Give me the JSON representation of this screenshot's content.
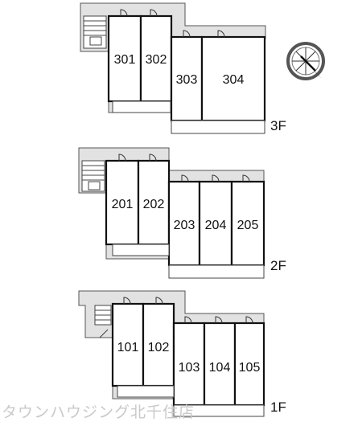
{
  "floors": [
    {
      "label": "3F",
      "units": [
        "301",
        "302",
        "303",
        "304"
      ]
    },
    {
      "label": "2F",
      "units": [
        "201",
        "202",
        "203",
        "204",
        "205"
      ]
    },
    {
      "label": "1F",
      "units": [
        "101",
        "102",
        "103",
        "104",
        "105"
      ]
    }
  ],
  "watermark": "タウンハウジング北千住店",
  "compass_icon": "north-arrow-compass-icon"
}
